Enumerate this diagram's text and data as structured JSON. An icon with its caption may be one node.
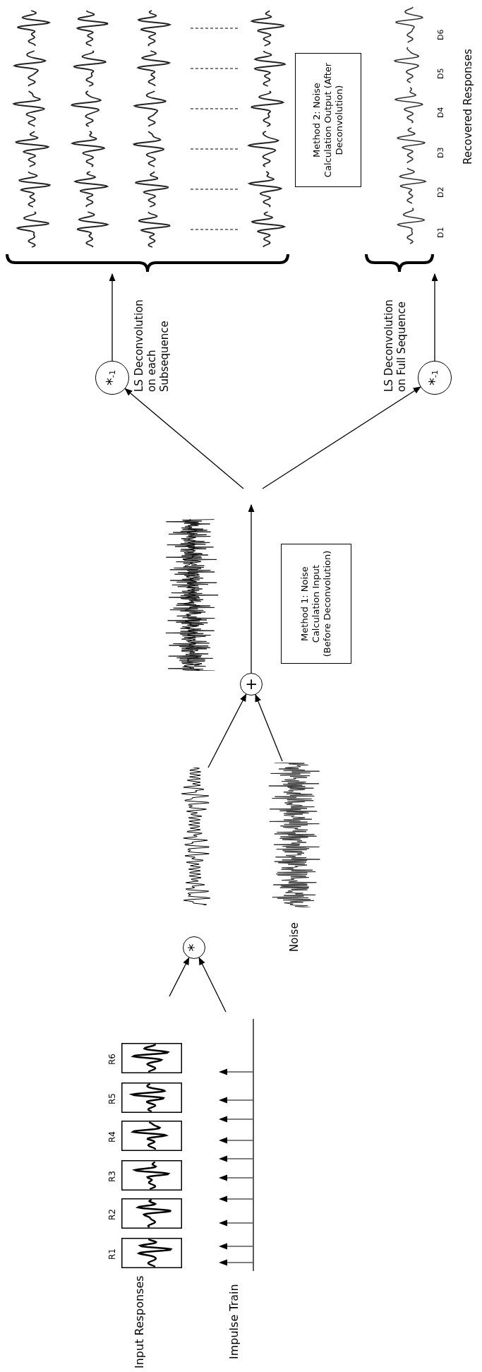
{
  "diagram": {
    "nodes": [
      {
        "text": [
          "Input Responses"
        ]
      },
      {
        "text": [
          "R1"
        ],
        "in": 0
      },
      {
        "text": [
          "R2"
        ],
        "in": 0
      },
      {
        "text": [
          "R3"
        ],
        "in": 0
      },
      {
        "text": [
          "R4"
        ],
        "in": 0
      },
      {
        "text": [
          "R5"
        ],
        "in": 0
      },
      {
        "text": [
          "R6"
        ],
        "in": 0
      },
      {
        "text": [
          "Impulse Train"
        ]
      },
      {
        "text": [
          "*"
        ]
      },
      {
        "text": [],
        "shape": "picture"
      },
      {
        "text": [
          "Noise"
        ]
      },
      {
        "text": [
          "+"
        ]
      },
      {
        "text": [],
        "shape": "picture"
      },
      {
        "text": [
          "Method 1: Noise Calculation Input (Before Deconvolution)"
        ]
      },
      {
        "text": [
          "*$^{-1}$"
        ],
        "beside": [
          "LS Deconvolution on each Subsequence"
        ]
      },
      {
        "text": [],
        "shape": "picture"
      },
      {
        "text": [
          "Method 2: Noise Calculation Output (After Deconvolution)"
        ]
      },
      {
        "text": [
          "*$^{-1}$"
        ],
        "beside": [
          "LS Deconvolution on Full Sequence"
        ]
      },
      {
        "text": [],
        "shape": "picture",
        "beside": [
          "D1",
          "D2",
          "D3",
          "D4",
          "D5",
          "D6"
        ]
      }
    ],
    "edges": [
      {
        "from": 0,
        "to": 8,
        "arrow": "to"
      },
      {
        "from": 7,
        "to": 8,
        "arrow": "to"
      },
      {
        "from": 15,
        "to": 11,
        "arrow": "to"
      },
      {
        "from": 10,
        "to": 11,
        "arrow": "to"
      },
      {
        "from": 11,
        "to": null,
        "arrow": "to"
      },
      {
        "from": null,
        "to": 14,
        "arrow": "to"
      },
      {
        "from": null,
        "to": 17,
        "arrow": "to"
      },
      {
        "from": 14,
        "to": 9,
        "arrow": "to"
      },
      {
        "from": 17,
        "to": 18,
        "arrow": "to"
      }
    ],
    "labels": [
      "Recovered Responses"
    ]
  }
}
